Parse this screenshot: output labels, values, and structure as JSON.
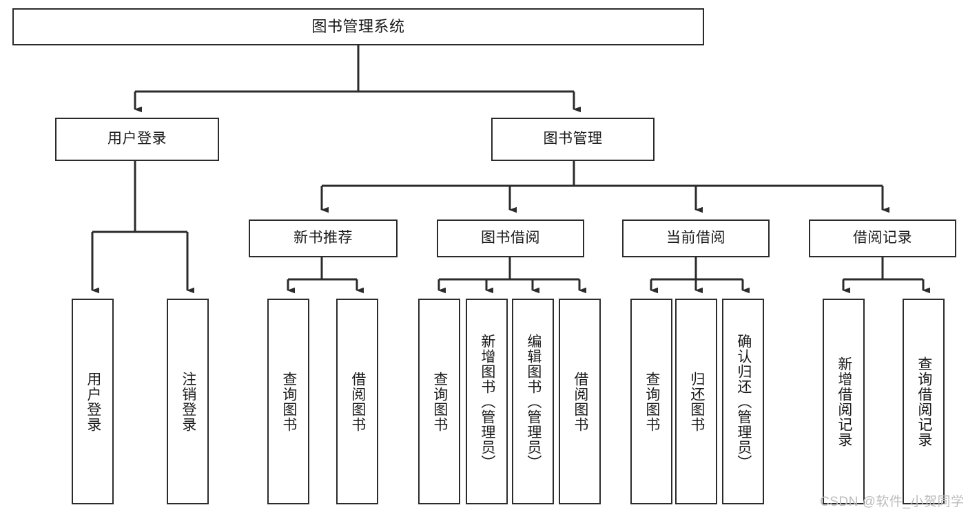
{
  "diagram": {
    "title": "图书管理系统",
    "type": "tree-hierarchy-diagram",
    "colors": {
      "stroke": "#2b2b2b",
      "fill": "#ffffff",
      "text": "#1a1a1a",
      "watermark": "#bcbcbc"
    },
    "root": {
      "label": "图书管理系统"
    },
    "level2": [
      {
        "label": "用户登录"
      },
      {
        "label": "图书管理"
      }
    ],
    "level3": [
      {
        "label": "新书推荐"
      },
      {
        "label": "图书借阅"
      },
      {
        "label": "当前借阅"
      },
      {
        "label": "借阅记录"
      }
    ],
    "leaves": {
      "user_login": [
        {
          "label": "用户登录"
        },
        {
          "label": "注销登录"
        }
      ],
      "new_book_recommend": [
        {
          "label": "查询图书"
        },
        {
          "label": "借阅图书"
        }
      ],
      "book_borrow": [
        {
          "label": "查询图书"
        },
        {
          "label": "新增图书（管理员）"
        },
        {
          "label": "编辑图书（管理员）"
        },
        {
          "label": "借阅图书"
        }
      ],
      "current_borrow": [
        {
          "label": "查询图书"
        },
        {
          "label": "归还图书"
        },
        {
          "label": "确认归还（管理员）"
        }
      ],
      "borrow_records": [
        {
          "label": "新增借阅记录"
        },
        {
          "label": "查询借阅记录"
        }
      ]
    },
    "watermark": "CSDN @软件_小贺同学"
  }
}
